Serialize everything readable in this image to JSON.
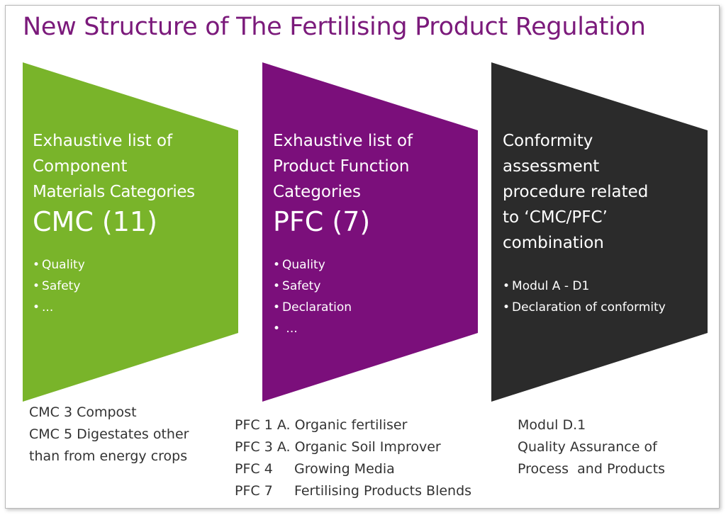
{
  "title": "New Structure of The Fertilising Product Regulation",
  "colors": {
    "green": "#79b42a",
    "purple": "#7b0f7b",
    "dark": "#2b2b2b",
    "title": "#7b1a7b"
  },
  "panels": [
    {
      "heading": [
        "Exhaustive list of",
        "Component",
        "Materials Categories"
      ],
      "big": "CMC (11)",
      "bullets": [
        "Quality",
        "Safety",
        "..."
      ],
      "below": [
        "CMC 3 Compost",
        "CMC 5 Digestates other",
        "than from energy crops"
      ]
    },
    {
      "heading": [
        "Exhaustive list of",
        "Product Function",
        "Categories"
      ],
      "big": "PFC (7)",
      "bullets": [
        "Quality",
        "Safety",
        "Declaration",
        " ..."
      ],
      "below": [
        "PFC 1 A. Organic fertiliser",
        "PFC 3 A. Organic Soil Improver",
        "PFC 4     Growing Media",
        "PFC 7     Fertilising Products Blends"
      ]
    },
    {
      "heading": [
        "Conformity",
        "assessment",
        "procedure related",
        "to ‘CMC/PFC’",
        "combination"
      ],
      "bullets": [
        "Modul A - D1",
        "Declaration of conformity"
      ],
      "below": [
        "Modul D.1",
        "Quality Assurance of",
        "Process  and Products"
      ]
    }
  ]
}
